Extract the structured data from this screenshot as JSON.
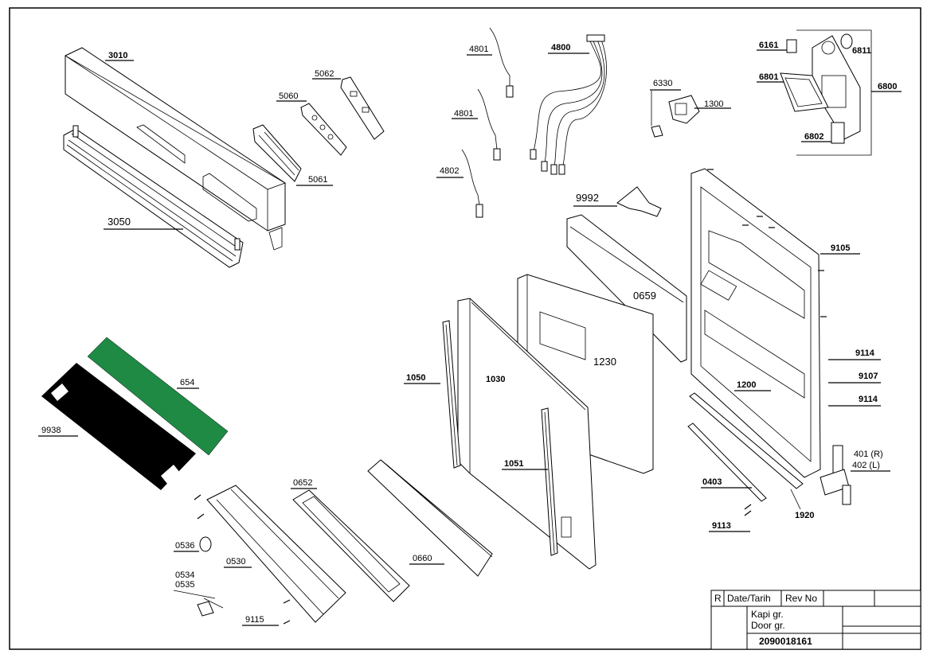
{
  "diagram": {
    "labels": {
      "p3010": "3010",
      "p3050": "3050",
      "p5062": "5062",
      "p5060": "5060",
      "p5061": "5061",
      "p4801a": "4801",
      "p4801b": "4801",
      "p4802": "4802",
      "p4800": "4800",
      "p6330": "6330",
      "p1300": "1300",
      "p6161": "6161",
      "p6811": "6811",
      "p6801": "6801",
      "p6800": "6800",
      "p6802": "6802",
      "p9992": "9992",
      "p0659": "0659",
      "p1230": "1230",
      "p9105": "9105",
      "p1050": "1050",
      "p1030": "1030",
      "p1051": "1051",
      "p1200": "1200",
      "p9114a": "9114",
      "p9107": "9107",
      "p9114b": "9114",
      "p401": "401 (R)",
      "p402": "402 (L)",
      "p654": "654",
      "p9938": "9938",
      "p0652": "0652",
      "p0536": "0536",
      "p0530": "0530",
      "p0534": "0534",
      "p0535": "0535",
      "p9115": "9115",
      "p0660": "0660",
      "p0403": "0403",
      "p1920": "1920",
      "p9113": "9113"
    },
    "colors": {
      "filter_green": "#1e8a44",
      "seal_black": "#000000"
    }
  },
  "title_block": {
    "col_r": "R",
    "col_date": "Date/Tarih",
    "col_rev": "Rev No",
    "name_tr": "Kapi gr.",
    "name_en": "Door gr.",
    "doc_number": "2090018161"
  }
}
